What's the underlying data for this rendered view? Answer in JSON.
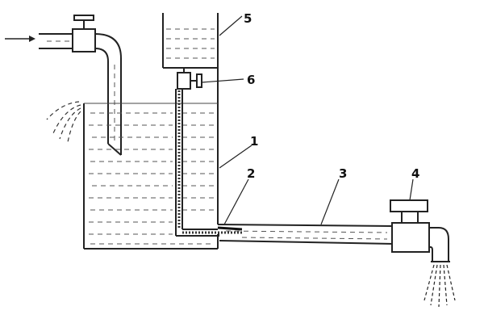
{
  "diagram": {
    "callouts": [
      {
        "id": "1",
        "label": "1"
      },
      {
        "id": "2",
        "label": "2"
      },
      {
        "id": "3",
        "label": "3"
      },
      {
        "id": "4",
        "label": "4"
      },
      {
        "id": "5",
        "label": "5"
      },
      {
        "id": "6",
        "label": "6"
      }
    ],
    "inlet_arrow_icon": "right-arrow-icon"
  }
}
